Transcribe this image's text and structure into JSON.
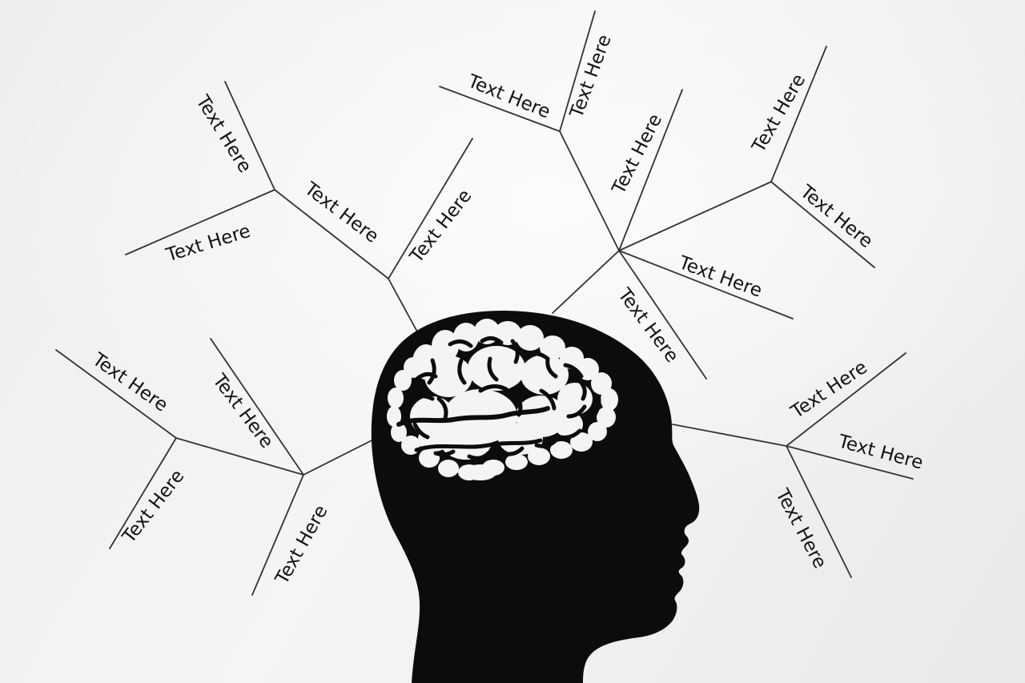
{
  "colors": {
    "background_light": "#fbfbfa",
    "background_mid": "#f0f0ee",
    "background_dark": "#e7e7e5",
    "line": "#333333",
    "silhouette": "#0c0c0c",
    "brain": "#f4f4f2",
    "label_text": "#141414"
  },
  "icons": {
    "head": "human-head-profile-silhouette",
    "brain": "brain-illustration"
  },
  "clusters": {
    "top_left": {
      "labels": {
        "a_upper": {
          "text": "Text Here"
        },
        "a_lower": {
          "text": "Text Here"
        },
        "a_b_segment": {
          "text": "Text Here"
        },
        "b_upper": {
          "text": "Text Here"
        }
      }
    },
    "top_middle": {
      "labels": {
        "d_left": {
          "text": "Text Here"
        },
        "d_upper": {
          "text": "Text Here"
        }
      }
    },
    "center_hub": {
      "labels": {
        "c_upper": {
          "text": "Text Here"
        },
        "c_right": {
          "text": "Text Here"
        },
        "c_lower": {
          "text": "Text Here"
        }
      }
    },
    "top_right": {
      "labels": {
        "e_upper": {
          "text": "Text Here"
        },
        "e_lower": {
          "text": "Text Here"
        }
      }
    },
    "right": {
      "labels": {
        "f_upper": {
          "text": "Text Here"
        },
        "f_middle": {
          "text": "Text Here"
        },
        "f_lower": {
          "text": "Text Here"
        }
      }
    },
    "left": {
      "labels": {
        "g_upper": {
          "text": "Text Here"
        },
        "g_lower": {
          "text": "Text Here"
        },
        "h_upper": {
          "text": "Text Here"
        },
        "h_lower": {
          "text": "Text Here"
        }
      }
    }
  }
}
